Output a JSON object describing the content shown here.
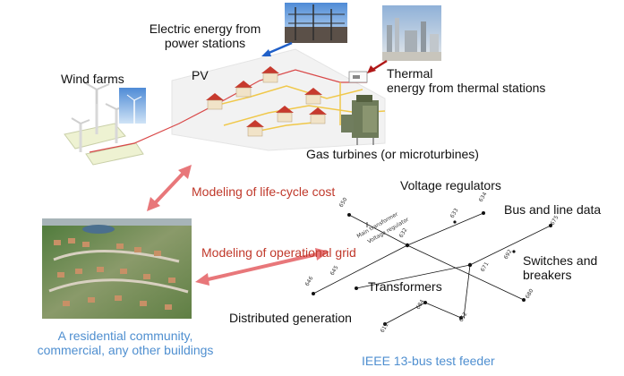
{
  "labels": {
    "electric_energy": "Electric energy from\npower stations",
    "wind_farms": "Wind farms",
    "pv": "PV",
    "thermal": "Thermal\nenergy from thermal stations",
    "gas_turbines": "Gas turbines (or microturbines)",
    "voltage_regulators": "Voltage regulators",
    "life_cycle": "Modeling of life-cycle cost",
    "bus_line_data": "Bus and line data",
    "operational_grid": "Modeling of operational grid",
    "switches_breakers": "Switches and\nbreakers",
    "transformers": "Transformers",
    "distributed_generation": "Distributed generation",
    "residential": "A residential community,\ncommercial, any other buildings",
    "ieee_feeder": "IEEE 13-bus test feeder"
  },
  "feeder": {
    "main_transformer": "Main transformer",
    "voltage_regulator": "Voltage regulator",
    "nodes": [
      "650",
      "646",
      "645",
      "632",
      "633",
      "634",
      "611",
      "684",
      "671",
      "692",
      "675",
      "652",
      "680"
    ]
  },
  "colors": {
    "red_arrow": "#e8777a",
    "red_text": "#c0392b",
    "blue_text": "#4f8fd0",
    "blue_arrow": "#1f5fc8",
    "dark_red_arrow": "#b01818",
    "grid_line": "#d94848",
    "feeder_line": "#f0c84a"
  }
}
